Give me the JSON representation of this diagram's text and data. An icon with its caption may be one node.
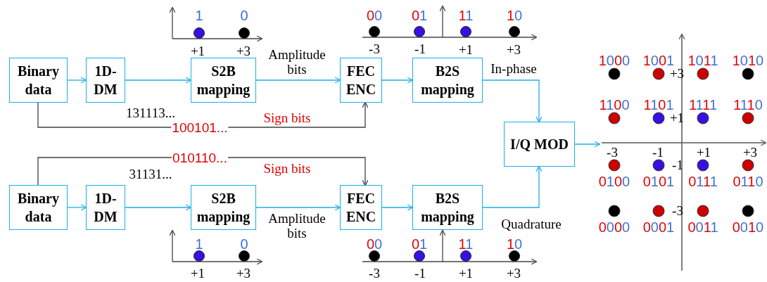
{
  "diagram": {
    "nodes": [
      {
        "text": [
          "Binary data"
        ]
      },
      {
        "text": [
          "1D-DM"
        ]
      },
      {
        "text": [
          "S2B mapping"
        ]
      },
      {
        "text": [
          "FEC ENC"
        ]
      },
      {
        "text": [
          "B2S mapping"
        ]
      },
      {
        "text": [
          "I/Q MOD"
        ]
      },
      {
        "text": [
          "Binary data"
        ]
      },
      {
        "text": [
          "1D-DM"
        ]
      },
      {
        "text": [
          "S2B mapping"
        ]
      },
      {
        "text": [
          "FEC ENC"
        ]
      },
      {
        "text": [
          "B2S mapping"
        ]
      },
      {
        "text": [],
        "shape": "picture"
      }
    ],
    "edges": [
      {
        "from": 0,
        "to": 1,
        "arrow": "to"
      },
      {
        "from": 1,
        "to": 2,
        "arrow": "to",
        "label": "131113..."
      },
      {
        "from": 2,
        "to": 3,
        "arrow": "to",
        "label": "Amplitude bits"
      },
      {
        "from": 3,
        "to": 4,
        "arrow": "to"
      },
      {
        "from": 4,
        "to": 5,
        "arrow": "to",
        "label": "In-phase"
      },
      {
        "from": 0,
        "to": 3,
        "arrow": "to",
        "label": "100101...",
        "color": "#404040"
      },
      {
        "from": 6,
        "to": 7,
        "arrow": "to"
      },
      {
        "from": 7,
        "to": 8,
        "arrow": "to",
        "label": "31131..."
      },
      {
        "from": 8,
        "to": 9,
        "arrow": "to",
        "label": "Amplitude bits"
      },
      {
        "from": 9,
        "to": 10,
        "arrow": "to"
      },
      {
        "from": 10,
        "to": 5,
        "arrow": "to",
        "label": "Quadrature"
      },
      {
        "from": 6,
        "to": 9,
        "arrow": "to",
        "label": "010110...",
        "color": "#404040"
      },
      {
        "from": 5,
        "to": 11,
        "arrow": "to"
      }
    ],
    "labels": [
      "1",
      "0",
      "+1",
      "+3",
      "00",
      "01",
      "11",
      "10",
      "-3",
      "-1",
      "+1",
      "+3",
      "Sign bits",
      "Sign bits",
      "1000",
      "1001",
      "1011",
      "1010",
      "+3",
      "1100",
      "1101",
      "1111",
      "1110",
      "+1",
      "-3",
      "-1",
      "+1",
      "+3",
      "-1",
      "0100",
      "0101",
      "0111",
      "0110",
      "-3",
      "0000",
      "0001",
      "0011",
      "0010",
      "1",
      "0",
      "+1",
      "+3",
      "00",
      "01",
      "11",
      "10",
      "-3",
      "-1",
      "+1",
      "+3"
    ]
  }
}
